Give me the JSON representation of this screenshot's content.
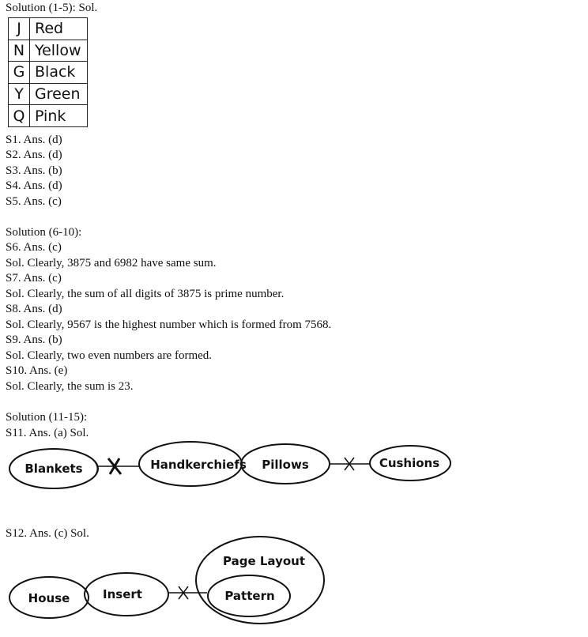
{
  "lines": {
    "header_1_5": "Solution (1-5): Sol.",
    "s1": "S1. Ans. (d)",
    "s2": "S2. Ans. (d)",
    "s3": "S3. Ans. (b)",
    "s4": "S4. Ans. (d)",
    "s5": "S5. Ans. (c)",
    "header_6_10": "Solution (6-10):",
    "s6": "S6. Ans. (c)",
    "s6_sol": "Sol. Clearly, 3875 and 6982 have same sum.",
    "s7": "S7. Ans. (c)",
    "s7_sol": "Sol. Clearly, the sum of all digits of 3875 is prime number.",
    "s8": "S8. Ans. (d)",
    "s8_sol": "Sol. Clearly, 9567 is the highest number which is formed from 7568.",
    "s9": "S9. Ans. (b)",
    "s9_sol": "Sol. Clearly, two even numbers are formed.",
    "s10": "S10. Ans. (e)",
    "s10_sol": "Sol. Clearly, the sum is 23.",
    "header_11_15": "Solution (11-15):",
    "s11": "S11. Ans. (a) Sol.",
    "s12": "S12. Ans. (c) Sol."
  },
  "color_table": [
    {
      "code": "J",
      "color": "Red"
    },
    {
      "code": "N",
      "color": "Yellow"
    },
    {
      "code": "G",
      "color": "Black"
    },
    {
      "code": "Y",
      "color": "Green"
    },
    {
      "code": "Q",
      "color": "Pink"
    }
  ],
  "diagram_s11": {
    "blankets": "Blankets",
    "handkerchiefs": "Handkerchiefs",
    "pillows": "Pillows",
    "cushions": "Cushions"
  },
  "diagram_s12": {
    "house": "House",
    "insert": "Insert",
    "page_layout": "Page Layout",
    "pattern": "Pattern"
  }
}
